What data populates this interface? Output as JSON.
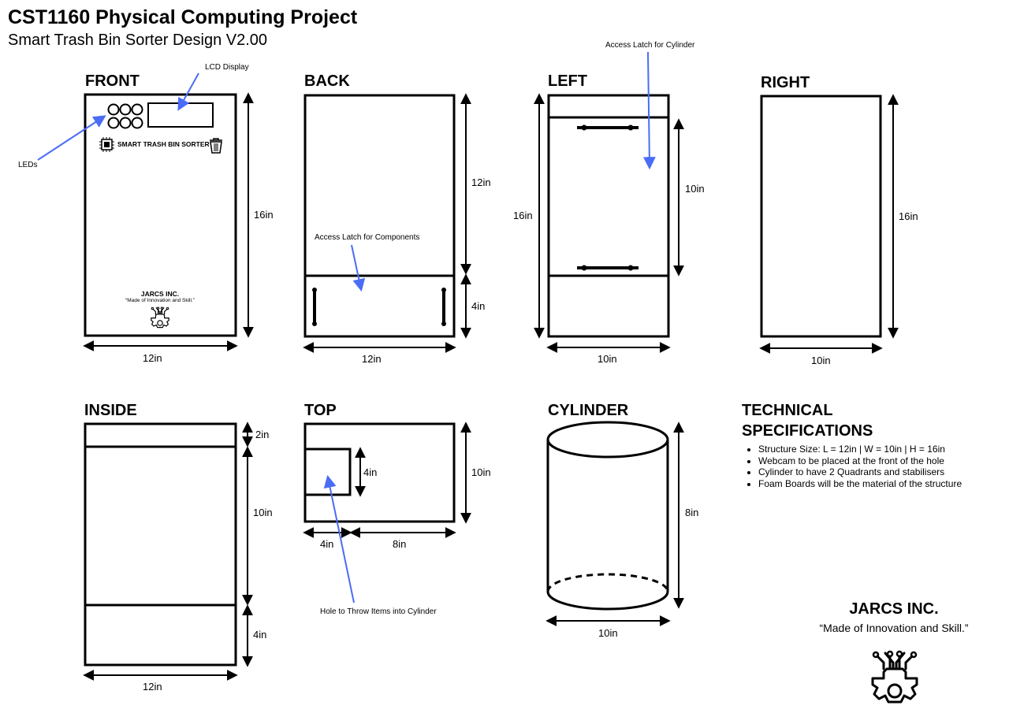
{
  "header": {
    "title": "CST1160 Physical Computing Project",
    "subtitle": "Smart Trash Bin Sorter Design V2.00"
  },
  "views": {
    "front": {
      "label": "FRONT",
      "height": "16in",
      "width": "12in",
      "lcd_callout": "LCD Display",
      "leds_callout": "LEDs",
      "logo_text": "SMART TRASH BIN SORTER",
      "company": "JARCS INC.",
      "slogan": "“Made of Innovation and Skill.”"
    },
    "back": {
      "label": "BACK",
      "upper": "12in",
      "lower": "4in",
      "width": "12in",
      "callout": "Access Latch for Components"
    },
    "left": {
      "label": "LEFT",
      "height": "16in",
      "inner": "10in",
      "width": "10in",
      "callout": "Access Latch for Cylinder"
    },
    "right": {
      "label": "RIGHT",
      "height": "16in",
      "width": "10in"
    },
    "inside": {
      "label": "INSIDE",
      "top": "2in",
      "middle": "10in",
      "bottom": "4in",
      "width": "12in"
    },
    "top": {
      "label": "TOP",
      "height": "10in",
      "hole_height": "4in",
      "hole_width": "4in",
      "rest_width": "8in",
      "callout": "Hole to Throw Items into Cylinder"
    },
    "cylinder": {
      "label": "CYLINDER",
      "height": "8in",
      "width": "10in"
    }
  },
  "specs": {
    "title": "TECHNICAL SPECIFICATIONS",
    "items": [
      "Structure Size: L = 12in | W = 10in | H = 16in",
      "Webcam to be placed at the front of the hole",
      "Cylinder to have 2 Quadrants and stabilisers",
      "Foam Boards will be the material of the structure"
    ]
  },
  "footer": {
    "company": "JARCS INC.",
    "slogan": "“Made of Innovation and Skill.”"
  },
  "colors": {
    "callout_arrow": "#4a6cf7",
    "line": "#000000"
  },
  "icons": [
    "chip-icon",
    "trash-can-icon",
    "circuit-gear-logo-icon"
  ]
}
